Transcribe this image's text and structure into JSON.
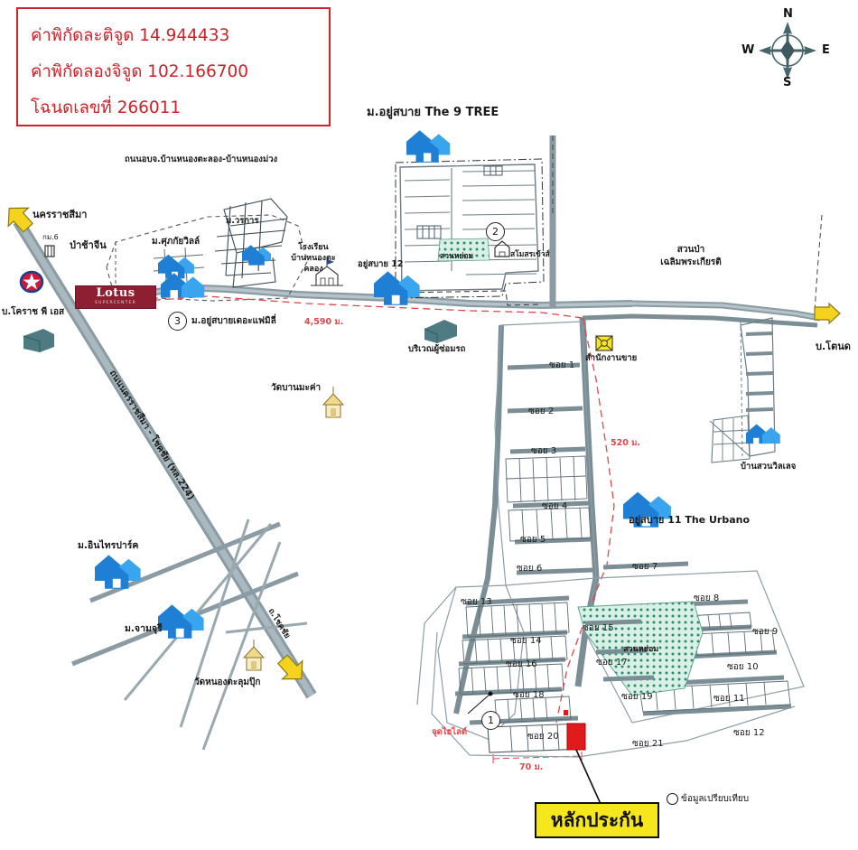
{
  "header": {
    "lines": [
      "ค่าพิกัดละติจูด 14.944433",
      "ค่าพิกัดลองจิจูด 102.166700",
      "โฉนดเลขที่ 266011"
    ],
    "border_color": "#d2232a",
    "text_color": "#cf2128"
  },
  "compass": {
    "north": "N",
    "east": "E",
    "south": "S",
    "west": "W"
  },
  "legend": {
    "collateral_label": "หลักประกัน",
    "collateral_bg": "#f5e61e",
    "comparable_label": "ข้อมูลเปรียบเทียบ"
  },
  "markers": {
    "one": "1",
    "two": "2",
    "three": "3"
  },
  "brands": {
    "lotus_name": "Lotus",
    "lotus_sub": "SUPERCENTER"
  },
  "distances": [
    {
      "text": "4,590 ม.",
      "color": "#e0474c"
    },
    {
      "text": "520 ม.",
      "color": "#e0474c"
    },
    {
      "text": "70 ม.",
      "color": "#e0474c"
    },
    {
      "text": "กม.6",
      "color": "#1a1a1a"
    }
  ],
  "roads": {
    "main_highway": "ถนนนครราชสีมา - โชคชัย (ทล.224)",
    "local_road": "ถนนอบจ.บ้านหนองตะลอง-บ้านหนองม่วง",
    "chokchai": "ถ.โชคชัย"
  },
  "places": [
    {
      "name": "นครราชสีมา"
    },
    {
      "name": "ป่าช้าจีน"
    },
    {
      "name": "บ.โคราช พี เอส"
    },
    {
      "name": "ม.ศุภกัยวิลล์"
    },
    {
      "name": "ม.วรการ"
    },
    {
      "name": "บ้านหนองตะคลอง"
    },
    {
      "name": "โรงเรียน"
    },
    {
      "name": "บ้านหนองตะคลอง"
    },
    {
      "name": "ม.อยู่สบายเดอะแฟมิลี่"
    },
    {
      "name": "ม.อยู่สบาย The 9 TREE"
    },
    {
      "name": "อยู่สบาย 12"
    },
    {
      "name": "บริเวณผู้ซ่อมรถ"
    },
    {
      "name": "วัดบานมะค่า"
    },
    {
      "name": "สวนป่า"
    },
    {
      "name": "เฉลิมพระเกียรติ"
    },
    {
      "name": "บ.โตนด"
    },
    {
      "name": "บ้านสวนวิลเลจ"
    },
    {
      "name": "สำนักงานขาย"
    },
    {
      "name": "อยู่สบาย 11 The Urbano"
    },
    {
      "name": "ม.อินไทรปาร์ค"
    },
    {
      "name": "ม.จามจุรี"
    },
    {
      "name": "วัดหนองตะลุมปุ๊ก"
    },
    {
      "name": "สวนหย่อม"
    },
    {
      "name": "สโมสรเข้าส์"
    },
    {
      "name": "จุดไฮไลต์"
    }
  ],
  "sois": [
    {
      "label": "ซอย 1"
    },
    {
      "label": "ซอย 2"
    },
    {
      "label": "ซอย 3"
    },
    {
      "label": "ซอย 4"
    },
    {
      "label": "ซอย 5"
    },
    {
      "label": "ซอย 6"
    },
    {
      "label": "ซอย 7"
    },
    {
      "label": "ซอย 8"
    },
    {
      "label": "ซอย 9"
    },
    {
      "label": "ซอย 10"
    },
    {
      "label": "ซอย 11"
    },
    {
      "label": "ซอย 12"
    },
    {
      "label": "ซอย 13"
    },
    {
      "label": "ซอย 14"
    },
    {
      "label": "ซอย 15"
    },
    {
      "label": "ซอย 16"
    },
    {
      "label": "ซอย 17"
    },
    {
      "label": "ซอย 18"
    },
    {
      "label": "ซอย 19"
    },
    {
      "label": "ซอย 20"
    },
    {
      "label": "ซอย 21"
    }
  ],
  "colors": {
    "road": "#8a9ba3",
    "road_dark": "#5c6f77",
    "house_blue": "#1f7fd4",
    "house_blue_light": "#3aa5ef",
    "collateral_red": "#e01b1b",
    "park_green": "#b9e6d4",
    "dashed_route": "#e0474c",
    "temple_yellow": "#f0d98a"
  }
}
